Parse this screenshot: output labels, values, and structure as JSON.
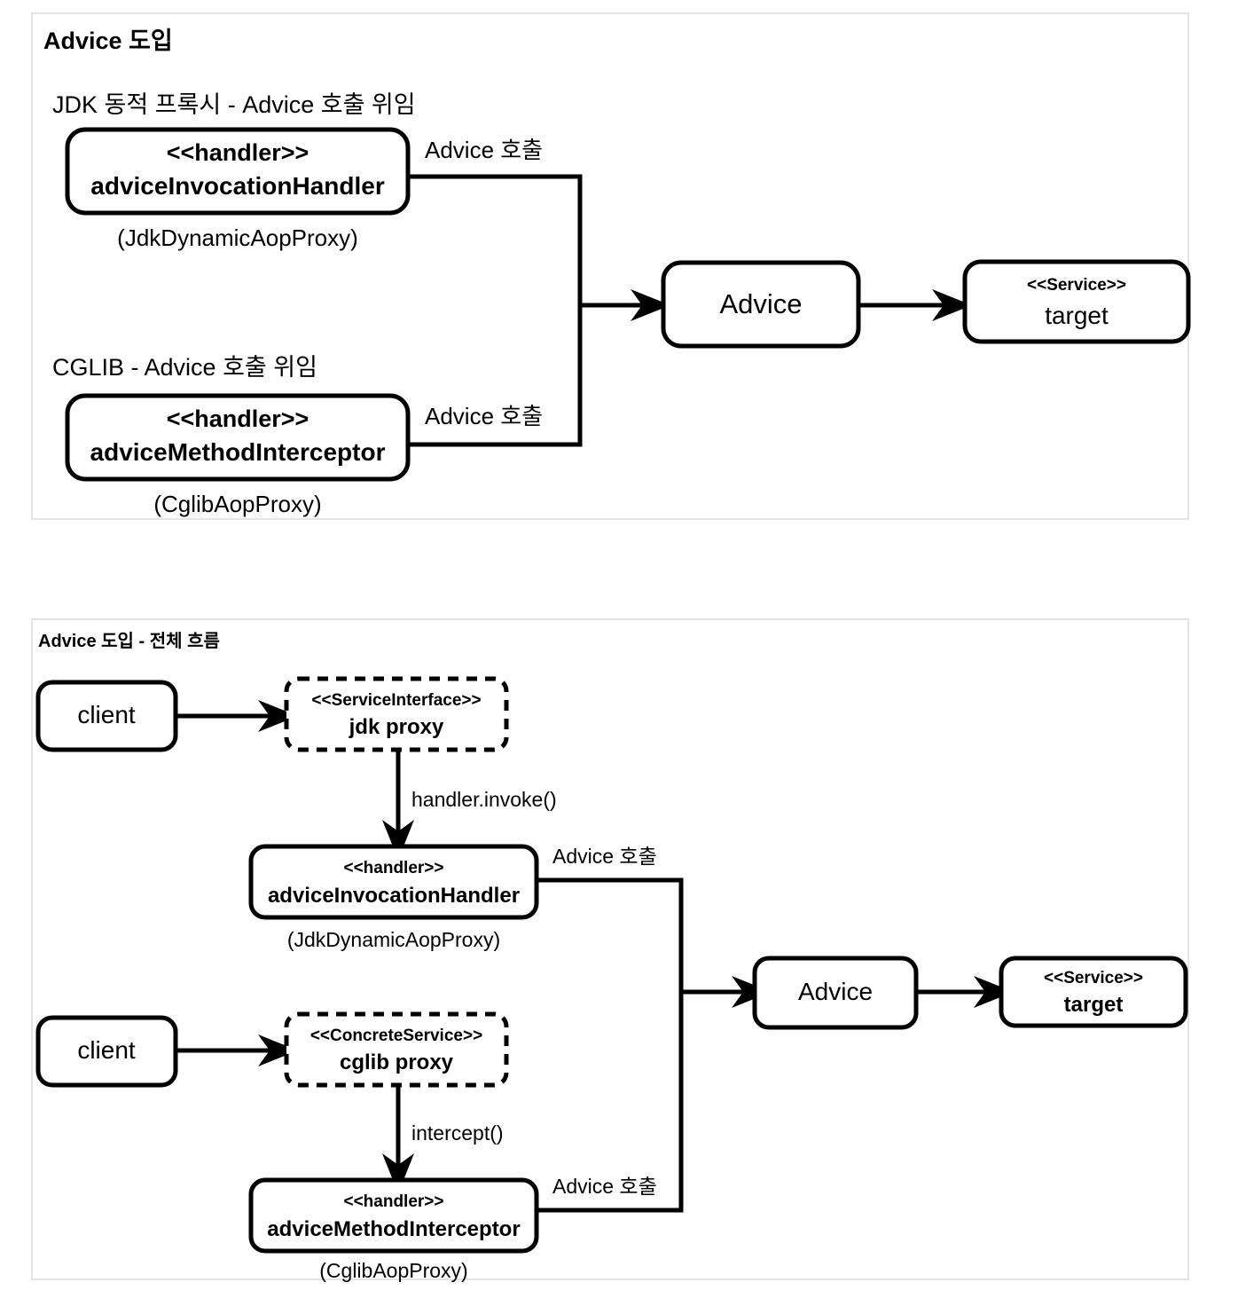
{
  "panels": [
    {
      "title": "Advice 도입",
      "sections": [
        {
          "label": "JDK 동적 프록시 -  Advice 호출 위임"
        },
        {
          "label": "CGLIB - Advice 호출 위임"
        }
      ],
      "nodes": {
        "jdk_handler": {
          "stereotype": "<<handler>>",
          "name": "adviceInvocationHandler",
          "caption": "(JdkDynamicAopProxy)"
        },
        "cglib_handler": {
          "stereotype": "<<handler>>",
          "name": "adviceMethodInterceptor",
          "caption": "(CglibAopProxy)"
        },
        "advice": {
          "name": "Advice"
        },
        "target": {
          "stereotype": "<<Service>>",
          "name": "target"
        }
      },
      "edges": {
        "jdk_to_advice": "Advice 호출",
        "cglib_to_advice": "Advice 호출"
      }
    },
    {
      "title": "Advice 도입 - 전체 흐름",
      "nodes": {
        "client_top": {
          "name": "client"
        },
        "client_bottom": {
          "name": "client"
        },
        "jdk_proxy": {
          "stereotype": "<<ServiceInterface>>",
          "name": "jdk proxy"
        },
        "cglib_proxy": {
          "stereotype": "<<ConcreteService>>",
          "name": "cglib proxy"
        },
        "jdk_handler": {
          "stereotype": "<<handler>>",
          "name": "adviceInvocationHandler",
          "caption": "(JdkDynamicAopProxy)"
        },
        "cglib_handler": {
          "stereotype": "<<handler>>",
          "name": "adviceMethodInterceptor",
          "caption": "(CglibAopProxy)"
        },
        "advice": {
          "name": "Advice"
        },
        "target": {
          "stereotype": "<<Service>>",
          "name": "target"
        }
      },
      "edges": {
        "proxy_to_handler": "handler.invoke()",
        "cglib_proxy_to_handler": "intercept()",
        "jdk_to_advice": "Advice 호출",
        "cglib_to_advice": "Advice 호출"
      }
    }
  ],
  "colors": {
    "panel_border": "#e3e3e3",
    "stroke": "#000000",
    "background": "#ffffff"
  }
}
